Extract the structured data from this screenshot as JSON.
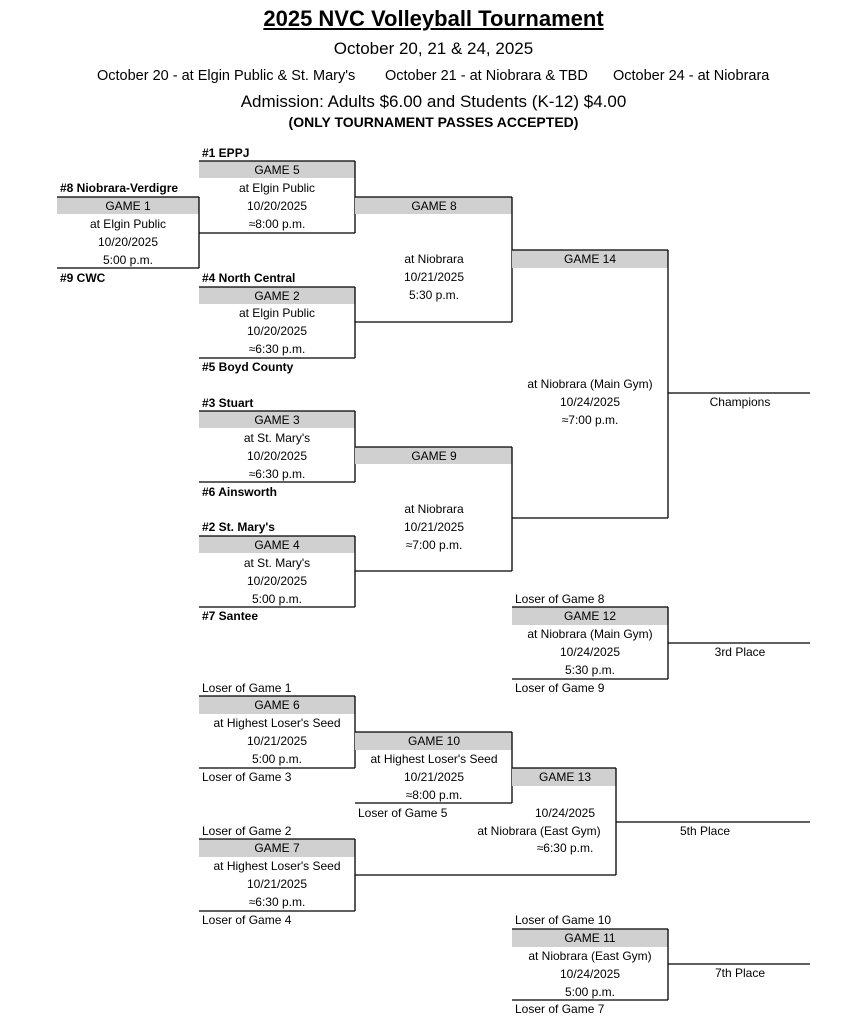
{
  "header": {
    "title": "2025 NVC Volleyball Tournament",
    "subtitle": "October 20, 21 & 24, 2025",
    "dates": [
      "October 20 - at Elgin Public & St. Mary's",
      "October 21 - at Niobrara & TBD",
      "October 24 - at Niobrara"
    ],
    "admission": "Admission:  Adults $6.00 and Students (K-12) $4.00",
    "passes": "(ONLY TOURNAMENT PASSES ACCEPTED)"
  },
  "games": {
    "g1": {
      "label": "GAME 1",
      "location": "at Elgin Public",
      "date": "10/20/2025",
      "time": "5:00 p.m."
    },
    "g5": {
      "label": "GAME 5",
      "location": "at Elgin Public",
      "date": "10/20/2025",
      "time": "≈8:00 p.m."
    },
    "g2": {
      "label": "GAME 2",
      "location": "at Elgin Public",
      "date": "10/20/2025",
      "time": "≈6:30 p.m."
    },
    "g3": {
      "label": "GAME 3",
      "location": "at St. Mary's",
      "date": "10/20/2025",
      "time": "≈6:30 p.m."
    },
    "g4": {
      "label": "GAME 4",
      "location": "at St. Mary's",
      "date": "10/20/2025",
      "time": "5:00 p.m."
    },
    "g8": {
      "label": "GAME 8",
      "location": "at Niobrara",
      "date": "10/21/2025",
      "time": "5:30 p.m."
    },
    "g9": {
      "label": "GAME 9",
      "location": "at Niobrara",
      "date": "10/21/2025",
      "time": "≈7:00 p.m."
    },
    "g14": {
      "label": "GAME 14",
      "location": "at Niobrara (Main Gym)",
      "date": "10/24/2025",
      "time": "≈7:00 p.m."
    },
    "g12": {
      "label": "GAME 12",
      "location": "at Niobrara (Main Gym)",
      "date": "10/24/2025",
      "time": "5:30 p.m."
    },
    "g6": {
      "label": "GAME 6",
      "location": "at Highest Loser's Seed",
      "date": "10/21/2025",
      "time": "5:00 p.m."
    },
    "g10": {
      "label": "GAME 10",
      "location": "at Highest Loser's Seed",
      "date": "10/21/2025",
      "time": "≈8:00 p.m."
    },
    "g13": {
      "label": "GAME 13",
      "location": "at Niobrara (East Gym)",
      "date": "10/24/2025",
      "time": "≈6:30 p.m."
    },
    "g7": {
      "label": "GAME 7",
      "location": "at Highest Loser's Seed",
      "date": "10/21/2025",
      "time": "≈6:30 p.m."
    },
    "g11": {
      "label": "GAME 11",
      "location": "at Niobrara (East Gym)",
      "date": "10/24/2025",
      "time": "5:00 p.m."
    }
  },
  "teams": {
    "s1": "#1  EPPJ",
    "s8": "#8  Niobrara-Verdigre",
    "s9": "#9  CWC",
    "s4": "#4  North Central",
    "s5": "#5  Boyd County",
    "s3": "#3  Stuart",
    "s6": "#6  Ainsworth",
    "s2": "#2  St. Mary's",
    "s7": "#7  Santee"
  },
  "losers": {
    "g8": "Loser of Game 8",
    "g9": "Loser of Game 9",
    "g1": "Loser of Game 1",
    "g3": "Loser of Game 3",
    "g5": "Loser of Game 5",
    "g2": "Loser of Game 2",
    "g4": "Loser of Game 4",
    "g10": "Loser of Game 10",
    "g7": "Loser of Game 7"
  },
  "places": {
    "champions": "Champions",
    "third": "3rd Place",
    "fifth": "5th Place",
    "seventh": "7th Place"
  }
}
